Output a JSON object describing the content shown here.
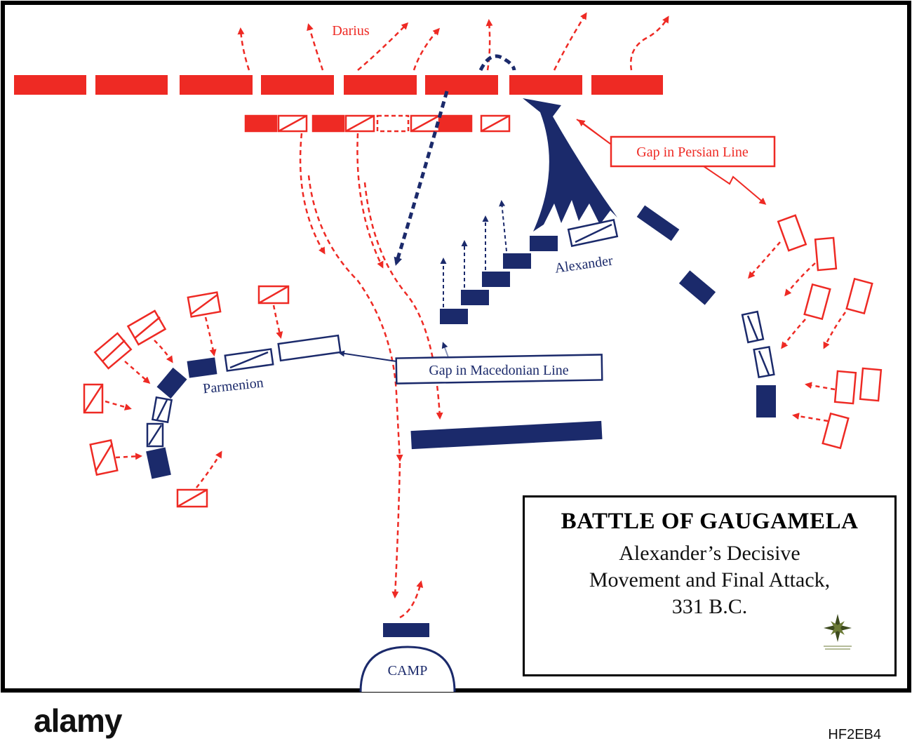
{
  "map": {
    "labels": {
      "darius": "Darius",
      "gap_persian": "Gap in Persian Line",
      "alexander": "Alexander",
      "gap_macedonian": "Gap in Macedonian Line",
      "parmenion": "Parmenion",
      "camp": "CAMP"
    },
    "title": {
      "main": "BATTLE OF GAUGAMELA",
      "line1": "Alexander’s Decisive",
      "line2": "Movement and Final Attack,",
      "line3": "331 B.C."
    },
    "colors": {
      "persian": "#ee2a24",
      "macedonian": "#1b2a6b",
      "frame": "#000000"
    },
    "icons": {
      "compass": "compass-star-icon"
    }
  },
  "footer": {
    "watermark": "alamy",
    "stock_id": "HF2EB4"
  }
}
